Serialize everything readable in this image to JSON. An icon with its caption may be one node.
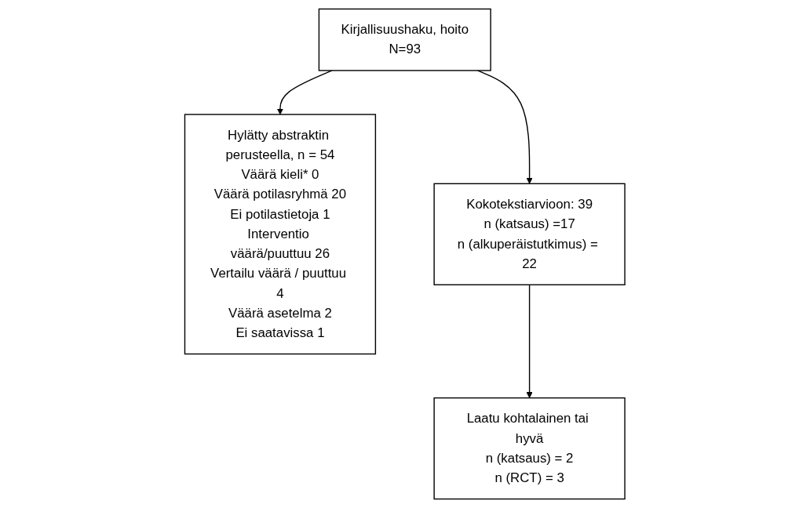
{
  "diagram": {
    "nodes": [
      {
        "text": [
          "Kirjallisuushaku, hoito",
          "N=93"
        ]
      },
      {
        "text": [
          "Hylätty abstraktin perusteella, n = 54",
          "Väärä kieli* 0",
          "Väärä potilasryhmä 20",
          "Ei potilastietoja 1",
          "Interventio väärä/puuttuu 26",
          "Vertailu väärä / puuttuu 4",
          "Väärä asetelma 2",
          "Ei saatavissa 1"
        ]
      },
      {
        "text": [
          "Kokotekstiarvioon: 39",
          "n (katsaus) =17",
          "n (alkuperäistutkimus) = 22"
        ]
      },
      {
        "text": [
          "Laatu kohtalainen tai hyvä",
          "n (katsaus) = 2",
          "n (RCT) = 3"
        ]
      }
    ],
    "edges": [
      {
        "from": 0,
        "to": 2,
        "arrow": "to"
      },
      {
        "from": 0,
        "to": 1,
        "arrow": "to"
      },
      {
        "from": 2,
        "to": 3,
        "arrow": "to"
      }
    ]
  }
}
